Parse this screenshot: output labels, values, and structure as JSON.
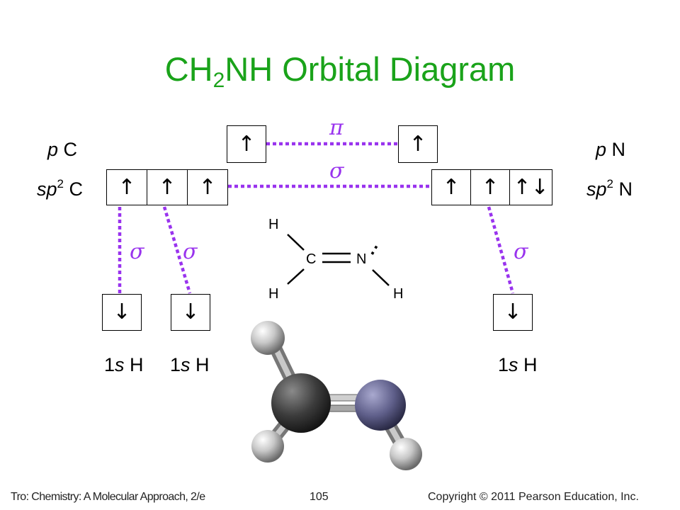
{
  "title": {
    "prefix": "CH",
    "sub": "2",
    "suffix": "NH Orbital Diagram"
  },
  "colors": {
    "title": "#1aa31a",
    "bond_line": "#9933ee",
    "greek": "#9933ee"
  },
  "labels": {
    "p_c": {
      "italic": "p",
      "text": " C"
    },
    "sp2_c": {
      "italic": "sp",
      "sup": "2",
      "text": " C"
    },
    "p_n": {
      "italic": "p",
      "text": " N"
    },
    "sp2_n": {
      "italic": "sp",
      "sup": "2",
      "text": " N"
    }
  },
  "orbitals": {
    "p_c": [
      "↑"
    ],
    "p_n": [
      "↑"
    ],
    "sp2_c": [
      "↑",
      "↑",
      "↑"
    ],
    "sp2_n": [
      "↑",
      "↑",
      "↑↓"
    ],
    "h1": [
      "↓"
    ],
    "h2": [
      "↓"
    ],
    "h3": [
      "↓"
    ]
  },
  "bond_symbols": {
    "pi": "π",
    "sigma": "σ"
  },
  "h_labels": [
    {
      "pre": "1",
      "italic": "s",
      "post": " H"
    },
    {
      "pre": "1",
      "italic": "s",
      "post": " H"
    },
    {
      "pre": "1",
      "italic": "s",
      "post": " H"
    }
  ],
  "structure": {
    "c": "C",
    "n": "N",
    "h": "H",
    "lone_pair": ":"
  },
  "model_description": "ball-and-stick model of CH2NH",
  "footer": {
    "left": "Tro: Chemistry: A Molecular Approach, 2/e",
    "page": "105",
    "right": "Copyright © 2011 Pearson Education, Inc."
  }
}
